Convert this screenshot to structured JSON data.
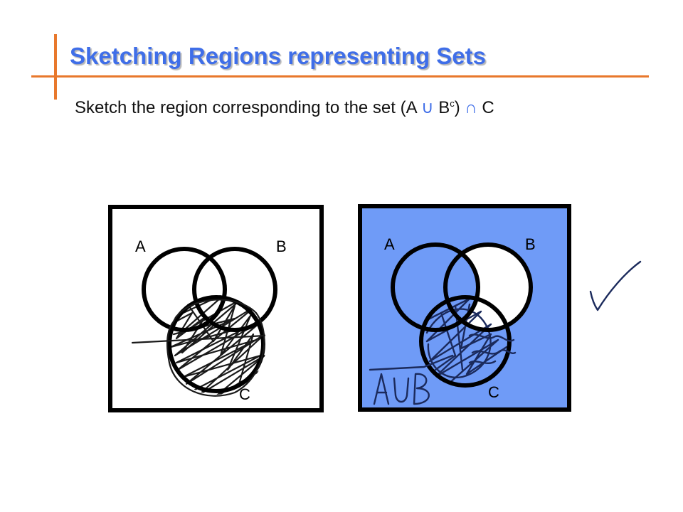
{
  "slide": {
    "title": "Sketching Regions representing Sets",
    "prompt": {
      "lead": "Sketch the region corresponding to the set (A ",
      "union": "∪",
      "b": " B",
      "complement": "c",
      "close": ") ",
      "intersect": "∩",
      "tail": " C"
    }
  },
  "diagram_left": {
    "labels": {
      "a": "A",
      "b": "B",
      "c": "C"
    },
    "background": "#ffffff"
  },
  "diagram_right": {
    "labels": {
      "a": "A",
      "b": "B",
      "c": "C"
    },
    "background": "#6f9bf7",
    "handwritten_note": "A∪B"
  },
  "colors": {
    "accent": "#e8782c",
    "title": "#3f6ee8",
    "highlight_fill": "#6f9bf7"
  },
  "icons": {
    "check": "check-mark-icon"
  }
}
